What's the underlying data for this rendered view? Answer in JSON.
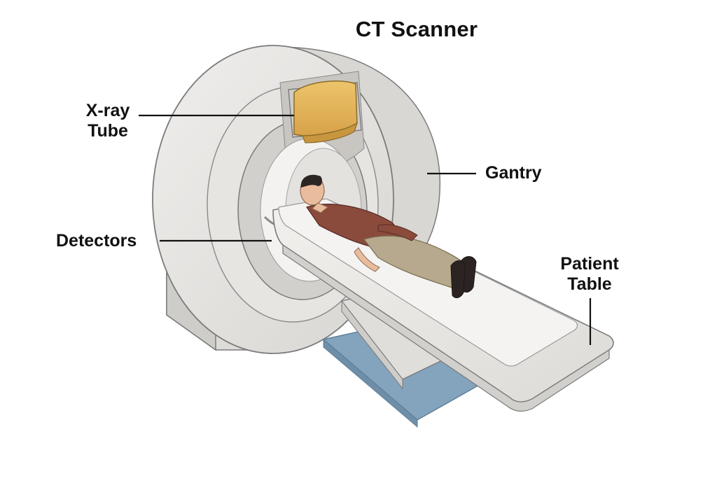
{
  "title": "CT Scanner",
  "labels": {
    "xray_tube": [
      "X-ray",
      "Tube"
    ],
    "gantry": "Gantry",
    "detectors": "Detectors",
    "patient_table": [
      "Patient",
      "Table"
    ]
  },
  "colors": {
    "gantry": "#e6e4e1",
    "gantry_shadow": "#cfcdca",
    "xray_tube": "#e3b65a",
    "patient_shirt": "#8a4a3c",
    "patient_pants": "#b7a98e",
    "table": "#ecebe8",
    "base": "#7f9fb8",
    "outline": "#7b7b7b"
  }
}
